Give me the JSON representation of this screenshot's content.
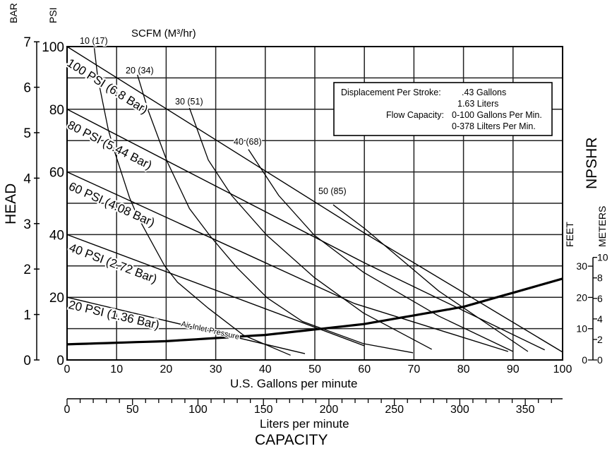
{
  "chart_data": {
    "type": "line",
    "title": "SCFM (M³/hr)",
    "ylabel": "HEAD",
    "xlabel": "U.S. Gallons per minute",
    "x2label": "Liters per minute",
    "bottom_title": "CAPACITY",
    "right_title": "NPSHR",
    "left_units": {
      "bar": "BAR",
      "psi": "PSI"
    },
    "right_units": {
      "feet": "FEET",
      "meters": "METERS"
    },
    "xlim": [
      0,
      100
    ],
    "ylim_psi": [
      0,
      100
    ],
    "grid": true,
    "x_ticks": [
      "0",
      "10",
      "20",
      "30",
      "40",
      "50",
      "60",
      "70",
      "80",
      "90",
      "100"
    ],
    "psi_ticks": [
      "0",
      "20",
      "40",
      "60",
      "80",
      "100"
    ],
    "bar_ticks": [
      "0",
      "1",
      "2",
      "3",
      "4",
      "5",
      "6",
      "7"
    ],
    "liter_ticks": [
      "0",
      "50",
      "100",
      "150",
      "200",
      "250",
      "300",
      "350"
    ],
    "feet_ticks": [
      "0",
      "10",
      "20",
      "30"
    ],
    "meter_ticks": [
      "0",
      "2",
      "4",
      "6",
      "8",
      "10"
    ],
    "pressure_series": [
      {
        "name": "100 PSI (6.8 Bar)",
        "points": [
          [
            0,
            100
          ],
          [
            60,
            40.5
          ],
          [
            100,
            2.5
          ]
        ]
      },
      {
        "name": "80 PSI (5.44 Bar)",
        "points": [
          [
            0,
            80
          ],
          [
            60,
            31
          ],
          [
            96.4,
            3.2
          ]
        ]
      },
      {
        "name": "60 PSI (4.08 Bar)",
        "points": [
          [
            0,
            60
          ],
          [
            58,
            18
          ],
          [
            89,
            2.7
          ]
        ]
      },
      {
        "name": "40 PSI (2.72 Bar)",
        "points": [
          [
            0,
            40
          ],
          [
            60,
            4.5
          ]
        ]
      },
      {
        "name": "20 PSI (1.36 Bar)",
        "points": [
          [
            0,
            20
          ],
          [
            48,
            2
          ]
        ]
      }
    ],
    "pressure_note": "Air Inlet Pressure",
    "air_series": [
      {
        "name": "10 (17)",
        "points": [
          [
            5.5,
            99.5
          ],
          [
            6.2,
            90.1
          ],
          [
            8.3,
            73.6
          ],
          [
            9.5,
            66.9
          ],
          [
            12.6,
            51.8
          ],
          [
            14.2,
            45.9
          ],
          [
            19.7,
            30
          ],
          [
            22.3,
            24.8
          ],
          [
            28.5,
            16.5
          ],
          [
            35.6,
            7.9
          ],
          [
            45.1,
            1.5
          ]
        ]
      },
      {
        "name": "20 (34)",
        "points": [
          [
            14.2,
            91
          ],
          [
            16.4,
            79.5
          ],
          [
            20.2,
            63.3
          ],
          [
            24.7,
            48.3
          ],
          [
            29,
            39.3
          ],
          [
            34.2,
            29.6
          ],
          [
            40.4,
            19.8
          ],
          [
            47.5,
            12.3
          ],
          [
            59.8,
            5.2
          ],
          [
            69.8,
            2.3
          ]
        ]
      },
      {
        "name": "30 (51)",
        "points": [
          [
            24.7,
            80.4
          ],
          [
            28.5,
            63.8
          ],
          [
            33.2,
            52.5
          ],
          [
            40.3,
            39.8
          ],
          [
            49.9,
            26.3
          ],
          [
            59.8,
            15
          ],
          [
            73.6,
            3.4
          ]
        ]
      },
      {
        "name": "40 (68)",
        "points": [
          [
            36.6,
            67.2
          ],
          [
            42.7,
            52.5
          ],
          [
            49.9,
            39.8
          ],
          [
            59.8,
            28
          ],
          [
            75,
            14
          ],
          [
            90,
            2.7
          ]
        ]
      },
      {
        "name": "50 (85)",
        "points": [
          [
            53.7,
            49.5
          ],
          [
            60,
            42
          ],
          [
            75,
            22
          ],
          [
            93,
            2.7
          ]
        ]
      }
    ],
    "npshr_feet": {
      "name": "NPSHR",
      "points": [
        [
          0,
          5
        ],
        [
          20,
          6
        ],
        [
          40,
          8
        ],
        [
          60,
          11.5
        ],
        [
          80,
          17
        ],
        [
          100,
          26
        ]
      ]
    },
    "info_box": {
      "displacement_label": "Displacement Per Stroke:",
      "displacement_gal": ".43 Gallons",
      "displacement_l": "1.63 Liters",
      "flow_label": "Flow Capacity:",
      "flow_gal": "0-100 Gallons Per Min.",
      "flow_l": "0-378 Lilters Per Min."
    }
  }
}
